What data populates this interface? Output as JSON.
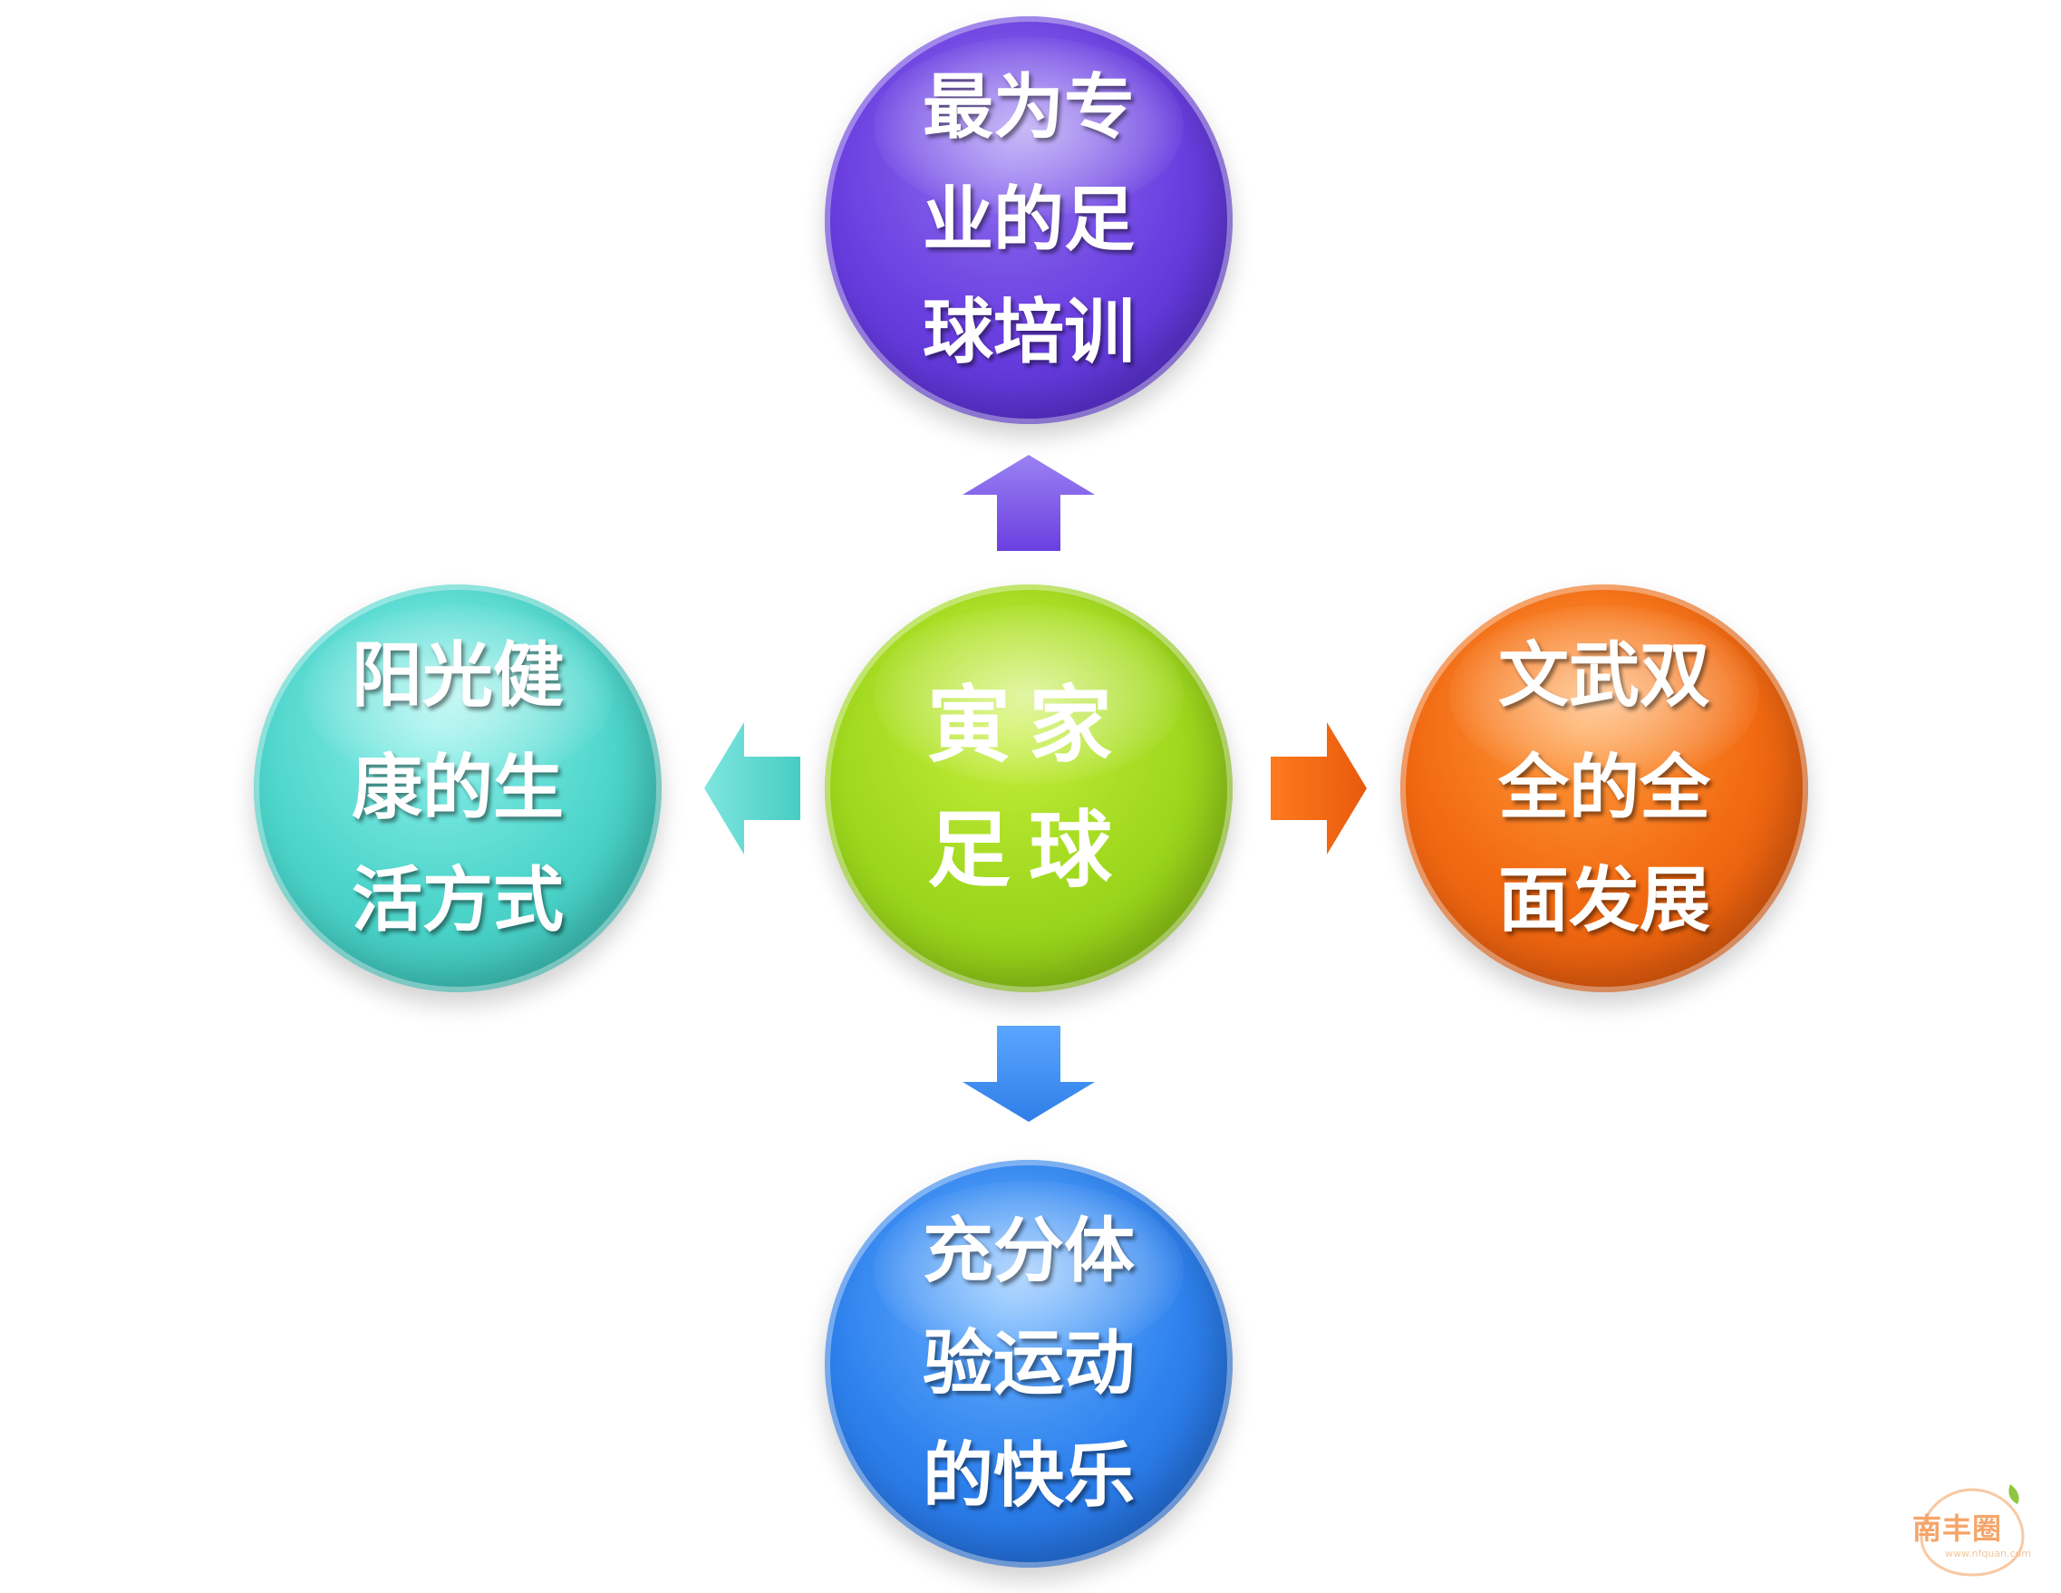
{
  "diagram": {
    "center": {
      "label": "寅家足球",
      "color": "#9fd81e"
    },
    "nodes": {
      "top": {
        "label": "最为专业的足球培训",
        "color": "#6a3fe0"
      },
      "left": {
        "label": "阳光健康的生活方式",
        "color": "#4fd6cc"
      },
      "right": {
        "label": "文武双全的全面发展",
        "color": "#f26a12"
      },
      "bottom": {
        "label": "充分体验运动的快乐",
        "color": "#2f82ee"
      }
    },
    "arrows": {
      "up": {
        "color": "#7b5ae8"
      },
      "left": {
        "color": "#5ed9d0"
      },
      "right": {
        "color": "#f26a12"
      },
      "down": {
        "color": "#3f8ff0"
      }
    }
  },
  "watermark": {
    "logo_text": "南丰圈",
    "url": "www.nfquan.com",
    "color": "#f5a56a"
  }
}
